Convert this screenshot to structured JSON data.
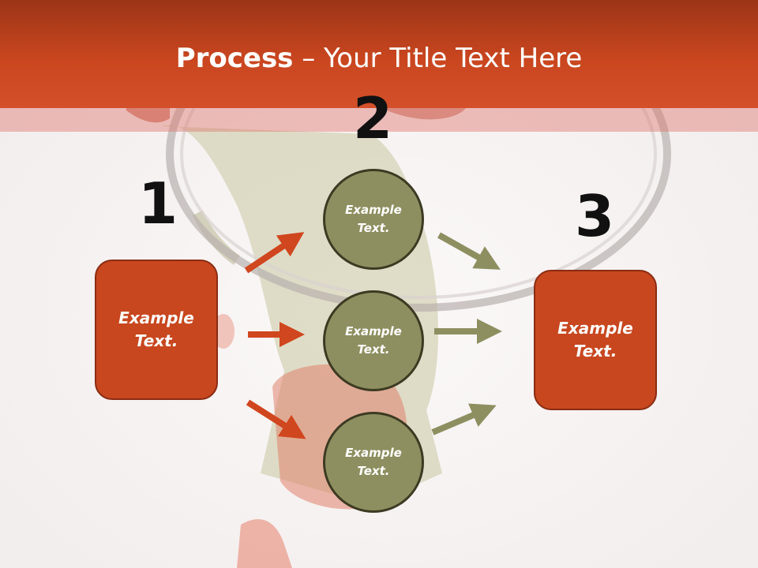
{
  "title": {
    "bold": "Process",
    "rest": " – Your Title Text Here"
  },
  "steps": {
    "one": "1",
    "two": "2",
    "three": "3"
  },
  "left_box": {
    "text1": "Example",
    "text2": "Text."
  },
  "right_box": {
    "text1": "Example",
    "text2": "Text."
  },
  "circles": [
    {
      "text1": "Example",
      "text2": "Text."
    },
    {
      "text1": "Example",
      "text2": "Text."
    },
    {
      "text1": "Example",
      "text2": "Text."
    }
  ],
  "colors": {
    "accent_orange": "#c8471f",
    "olive": "#8e8f60",
    "olive_arrow": "#8e8f60",
    "orange_arrow": "#d0461e"
  },
  "background_image": "frog-with-magnifying-glass"
}
